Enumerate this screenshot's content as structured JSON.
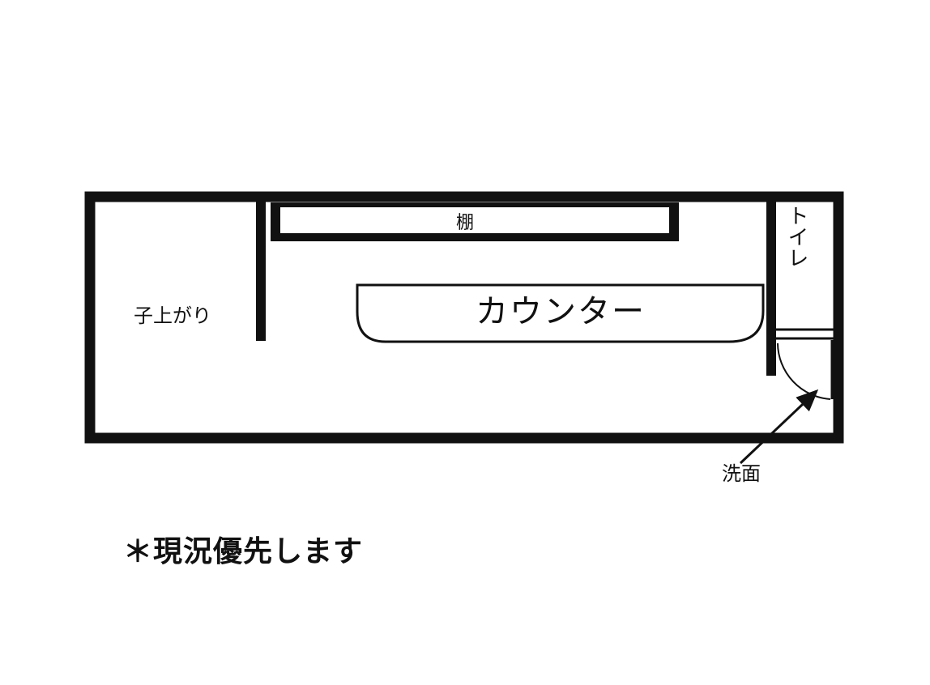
{
  "floorplan": {
    "rooms": {
      "agari": "子上がり",
      "shelf": "棚",
      "counter": "カウンター",
      "toilet": "トイレ",
      "washroom": "洗面"
    },
    "note": "＊現況優先します",
    "colors": {
      "wall": "#111111",
      "background": "#ffffff"
    },
    "icons": {
      "door": "door-swing-icon",
      "pointer": "arrow-icon"
    }
  }
}
